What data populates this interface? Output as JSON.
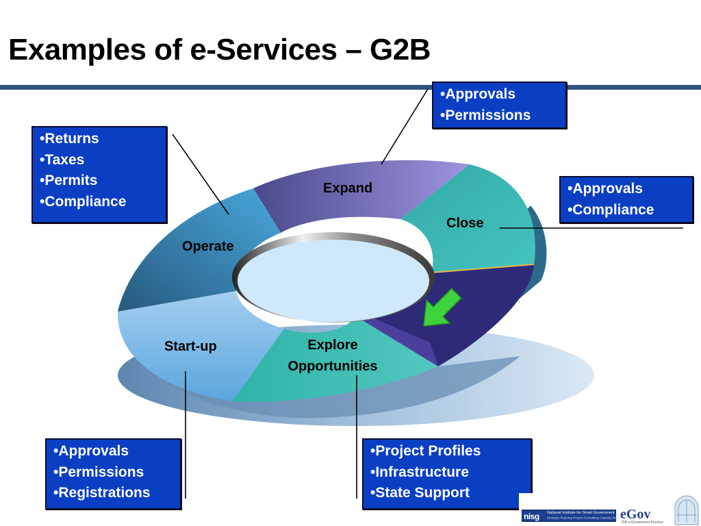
{
  "slide": {
    "title": "Examples of e-Services – G2B"
  },
  "segments": {
    "expand": "Expand",
    "close": "Close",
    "operate": "Operate",
    "startup": "Start-up",
    "explore_line1": "Explore",
    "explore_line2": "Opportunities"
  },
  "callouts": {
    "expand": [
      "•Approvals",
      "•Permissions"
    ],
    "close": [
      "•Approvals",
      "•Compliance"
    ],
    "operate": [
      "•Returns",
      "•Taxes",
      "•Permits",
      "•Compliance"
    ],
    "startup": [
      "•Approvals",
      "•Permissions",
      "•Registrations"
    ],
    "explore": [
      "•Project Profiles",
      "•Infrastructure",
      "•State Support"
    ]
  },
  "logos": {
    "nisg_mark": "nisg",
    "nisg_name": "National Institute for Smart Government",
    "nisg_tagline": "Strategic Planning-Project Consulting-Capacity Building",
    "egov_mark": "eGov",
    "egov_tagline": "ISB e-Government Practice"
  },
  "colors": {
    "title_rule": "#2f557f",
    "callout_fill": "#0a3fc4",
    "expand_segment": "#7a6fc0",
    "close_segment": "#3bb7b4",
    "operate_segment": "#3a86b8",
    "startup_segment": "#7ab8e8",
    "explore_segment": "#3cbcb4",
    "dark_segment": "#2e2a78",
    "arrow": "#3fd23f",
    "center": "#cfe9fb"
  }
}
